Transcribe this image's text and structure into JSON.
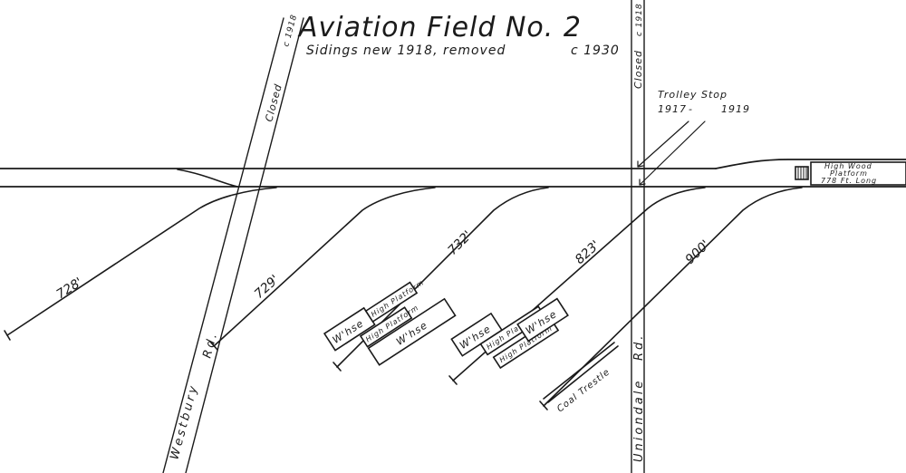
{
  "title": "Aviation Field No. 2",
  "subtitle": "Sidings new 1918, removed",
  "subtitle_date": "c 1930",
  "roads": {
    "westbury": {
      "name": "Westbury",
      "suffix": "Rd.",
      "status": "Closed",
      "status_date": "c 1918"
    },
    "uniondale": {
      "name": "Uniondale",
      "suffix": "Rd.",
      "status": "Closed",
      "status_date": "c 1918"
    }
  },
  "trolley_stop": {
    "label": "Trolley Stop",
    "year_start": "1917",
    "year_end": "1919"
  },
  "high_wood_platform": {
    "line1": "High Wood",
    "line2": "Platform",
    "line3": "778 Ft. Long"
  },
  "sidings": [
    {
      "length": "728'"
    },
    {
      "length": "729'"
    },
    {
      "length": "732'"
    },
    {
      "length": "823'"
    },
    {
      "length": "900'"
    }
  ],
  "buildings": {
    "warehouse": "W'hse",
    "high_platform": "High Platform"
  },
  "coal_trestle": "Coal Trestle"
}
